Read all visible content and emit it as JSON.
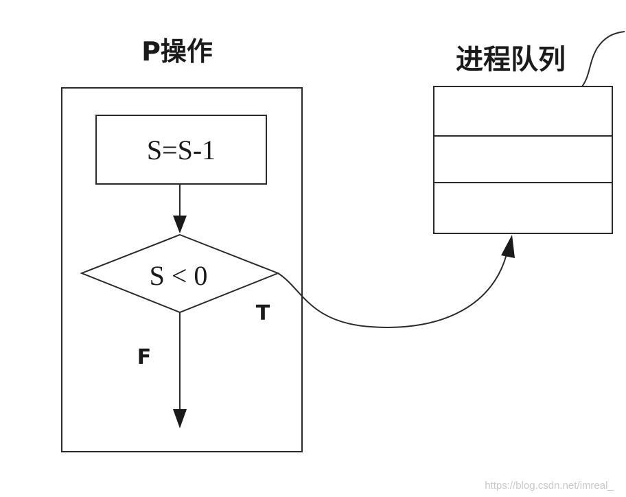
{
  "p_operation": {
    "title": "P操作",
    "process_box": "S=S-1",
    "decision": "S < 0",
    "true_label": "T",
    "false_label": "F"
  },
  "queue": {
    "title": "进程队列",
    "slots": 3
  },
  "watermark": "https://blog.csdn.net/imreal_"
}
